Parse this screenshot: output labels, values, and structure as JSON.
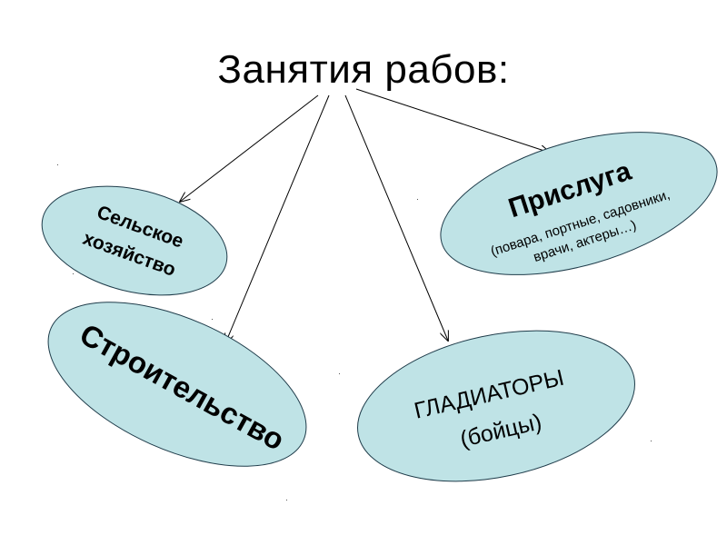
{
  "title": "Занятия рабов:",
  "colors": {
    "oval_fill": "#bfe3e6",
    "oval_stroke": "#1f3c4a",
    "arrow": "#000000"
  },
  "nodes": {
    "agriculture": {
      "line1": "Сельское",
      "line2": "хозяйство"
    },
    "construction": {
      "label": "Строительство"
    },
    "gladiators": {
      "label": "ГЛАДИАТОРЫ",
      "sub": "(бойцы)"
    },
    "servants": {
      "label": "Прислуга",
      "sub1": "(повара, портные, садовники,",
      "sub2": "врачи, актеры…)"
    }
  }
}
